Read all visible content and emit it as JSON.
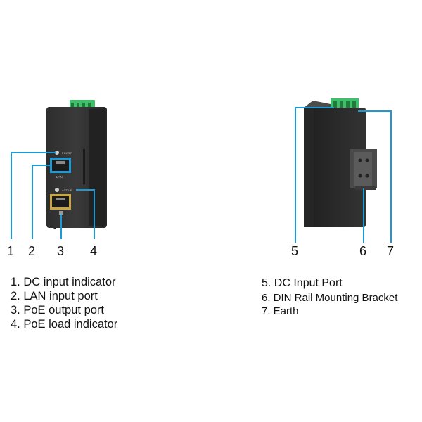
{
  "palette": {
    "leader_line": "#1a9bd7",
    "device_body": "#2b2b2b",
    "terminal_green": "#3fbf6a",
    "port_gold": "#c8a640"
  },
  "front_view": {
    "power_led_label": "POWER",
    "port1_label": "LAN",
    "poe_led_label": "ACTIVE",
    "callouts": [
      "1",
      "2",
      "3",
      "4"
    ]
  },
  "side_view": {
    "callouts": [
      "5",
      "6",
      "7"
    ]
  },
  "legend": {
    "left": [
      "1. DC input indicator",
      "2. LAN input port",
      "3. PoE output port",
      "4. PoE load indicator"
    ],
    "right": [
      "5. DC Input Port",
      "6. DIN Rail Mounting Bracket",
      "7. Earth"
    ]
  }
}
